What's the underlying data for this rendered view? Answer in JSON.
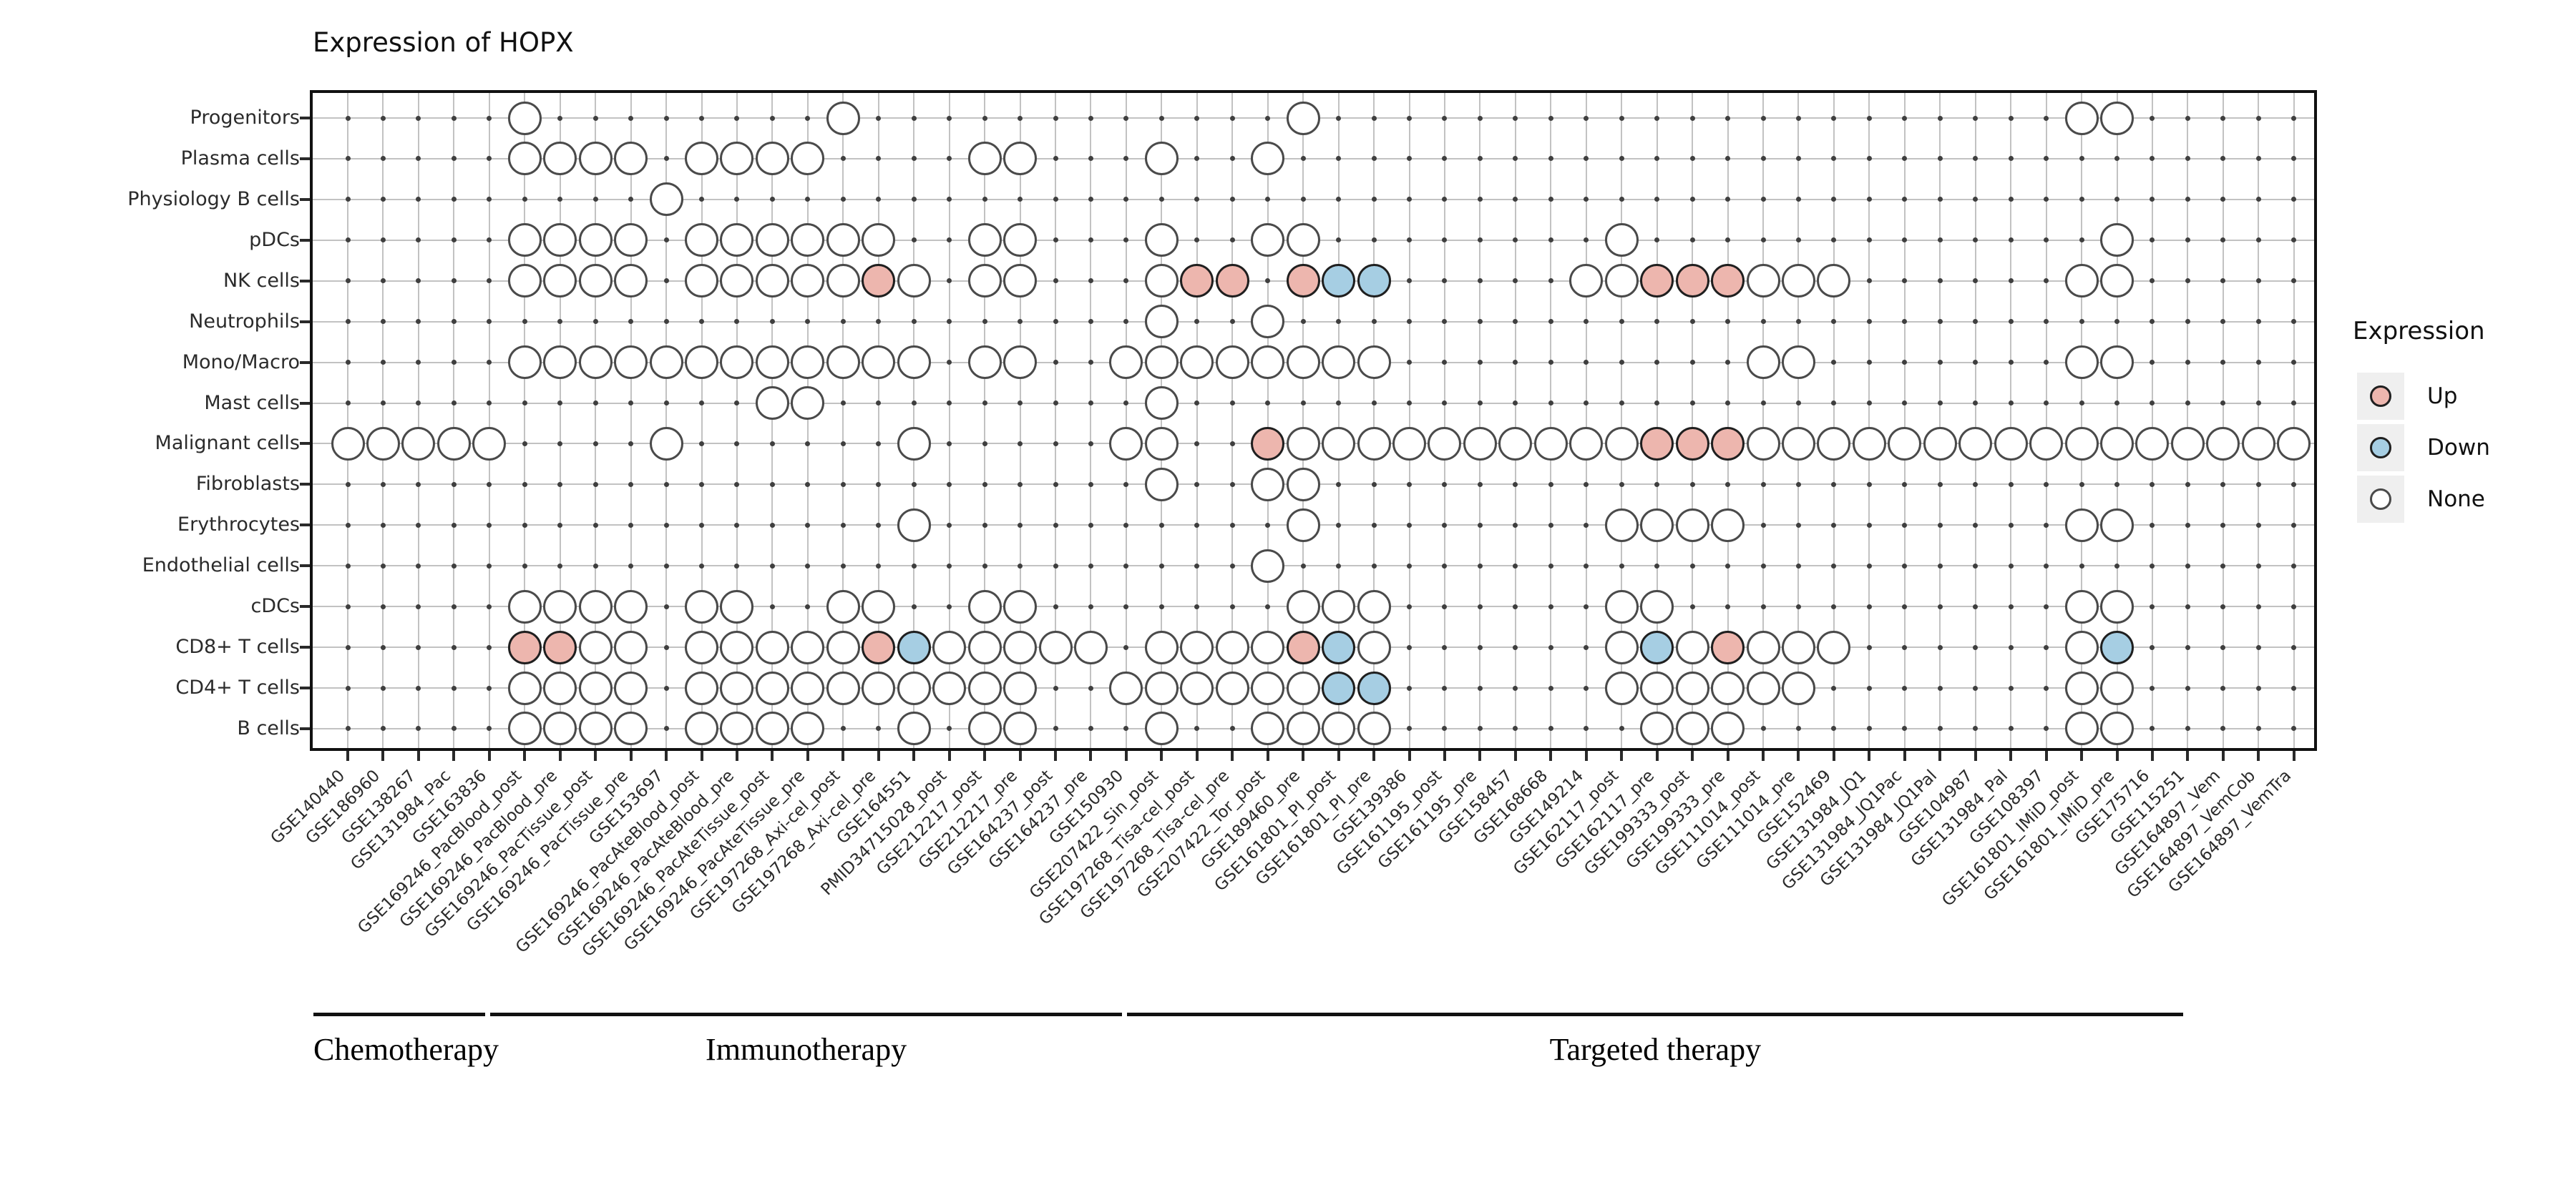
{
  "chart_data": {
    "type": "heatmap",
    "title": "Expression of HOPX",
    "legend": {
      "title": "Expression",
      "items": [
        {
          "code": "u",
          "label": "Up"
        },
        {
          "code": "d",
          "label": "Down"
        },
        {
          "code": "n",
          "label": "None"
        }
      ]
    },
    "rows": [
      "Progenitors",
      "Plasma cells",
      "Physiology B cells",
      "pDCs",
      "NK cells",
      "Neutrophils",
      "Mono/Macro",
      "Mast cells",
      "Malignant cells",
      "Fibroblasts",
      "Erythrocytes",
      "Endothelial cells",
      "cDCs",
      "CD8+ T cells",
      "CD4+ T cells",
      "B cells"
    ],
    "columns": [
      "GSE140440",
      "GSE186960",
      "GSE138267",
      "GSE131984_Pac",
      "GSE163836",
      "GSE169246_PacBlood_post",
      "GSE169246_PacBlood_pre",
      "GSE169246_PacTissue_post",
      "GSE169246_PacTissue_pre",
      "GSE153697",
      "GSE169246_PacAteBlood_post",
      "GSE169246_PacAteBlood_pre",
      "GSE169246_PacAteTissue_post",
      "GSE169246_PacAteTissue_pre",
      "GSE197268_Axi-cel_post",
      "GSE197268_Axi-cel_pre",
      "GSE164551",
      "PMID34715028_post",
      "GSE212217_post",
      "GSE212217_pre",
      "GSE164237_post",
      "GSE164237_pre",
      "GSE150930",
      "GSE207422_Sin_post",
      "GSE197268_Tisa-cel_post",
      "GSE197268_Tisa-cel_pre",
      "GSE207422_Tor_post",
      "GSE189460_pre",
      "GSE161801_PI_post",
      "GSE161801_PI_pre",
      "GSE139386",
      "GSE161195_post",
      "GSE161195_pre",
      "GSE158457",
      "GSE168668",
      "GSE149214",
      "GSE162117_post",
      "GSE162117_pre",
      "GSE199333_post",
      "GSE199333_pre",
      "GSE111014_post",
      "GSE111014_pre",
      "GSE152469",
      "GSE131984_JQ1",
      "GSE131984_JQ1Pac",
      "GSE131984_JQ1Pal",
      "GSE104987",
      "GSE131984_Pal",
      "GSE108397",
      "GSE161801_IMiD_post",
      "GSE161801_IMiD_pre",
      "GSE175716",
      "GSE115251",
      "GSE164897_Vem",
      "GSE164897_VemCob",
      "GSE164897_VemTra"
    ],
    "cell_values": [
      ".....n........n............n.....................nn.....",
      ".....nnnn.nnnn....nn...n..n.............................",
      ".........n..............................................",
      ".....nnnn.nnnnnn..nn...n..nn........n.............n.....",
      ".....nnnn.nnnnnun.nn...nuu.udd.....nnuuunnn......nn.....",
      ".......................n..n.............................",
      ".....nnnnnnnnnnnn.nn..nnnnnnnn..........nn.......nn.....",
      "............nn.........n................................",
      "nnnnn....n......n.....nn..unnnnnnnnnnuuunnnnnnnnnnnnnnnn",
      ".......................n..nn............................",
      "................n..........n........nnnn.........nn.....",
      "..........................n.............................",
      ".....nnnn.nn..nn..nn.......nnn......nn...........nn.....",
      ".....uunn.nnnnnudnnnnn.nnnnudn......ndnunnn......nd.....",
      ".....nnnn.nnnnnnnnnn..nnnnnndd......nnnnnn.......nn.....",
      ".....nnnn.nnnn..n.nn...n..nnnn.......nnn.........nn....."
    ],
    "value_codes": {
      "u": "Up",
      "d": "Down",
      "n": "None",
      ".": "absent"
    },
    "groups": [
      {
        "label": "Chemotherapy",
        "from_col": "GSE140440",
        "to_col": "GSE163836"
      },
      {
        "label": "Immunotherapy",
        "from_col": "GSE169246_PacBlood_post",
        "to_col": "GSE150930"
      },
      {
        "label": "Targeted therapy",
        "from_col": "GSE207422_Sin_post",
        "to_col": "GSE115251"
      }
    ],
    "colors": {
      "up": "#EDB6AE",
      "down": "#A6CEE3",
      "none": "#FFFFFF",
      "circle_stroke": "#4a4a4a",
      "colored_stroke": "#1f1f1f",
      "grid": "#c2c2c2",
      "dot": "#3f3f3f",
      "axis": "#1a1a1a",
      "legend_key_bg": "#efefef"
    }
  }
}
